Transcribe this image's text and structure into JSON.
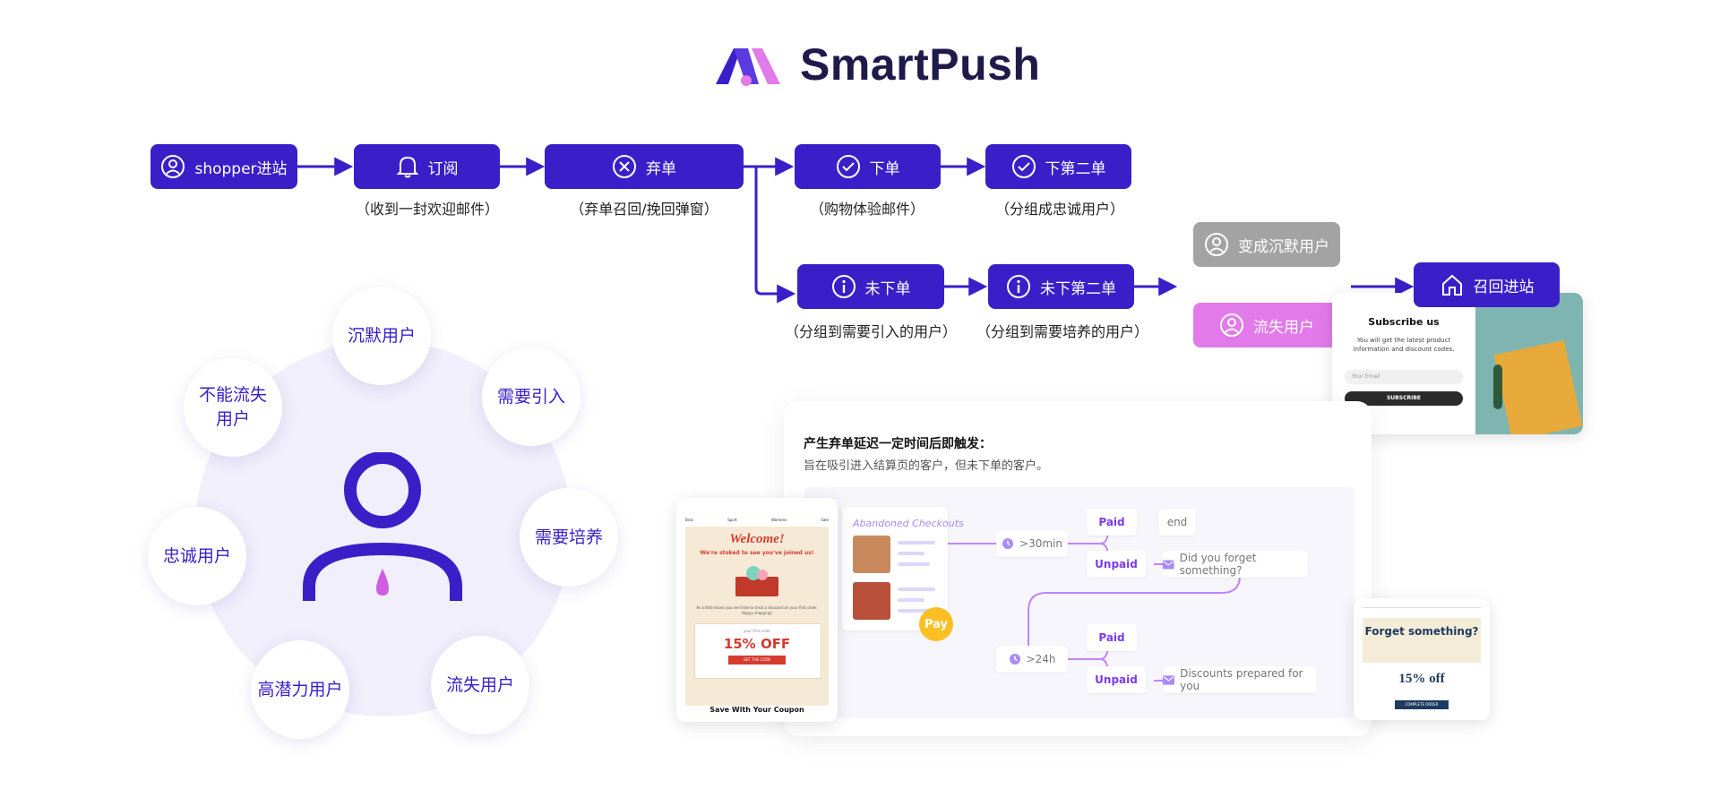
{
  "logo": {
    "text": "SmartPush"
  },
  "flow": {
    "enter": "shopper进站",
    "subscribe": "订阅",
    "subscribe_caption": "（收到一封欢迎邮件）",
    "abandon": "弃单",
    "abandon_caption": "（弃单召回/挽回弹窗）",
    "order": "下单",
    "order_caption": "（购物体验邮件）",
    "second_order": "下第二单",
    "second_order_caption": "（分组成忠诚用户）",
    "no_order": "未下单",
    "no_order_caption": "（分组到需要引入的用户）",
    "no_second": "未下第二单",
    "no_second_caption": "（分组到需要培养的用户）",
    "silent": "变成沉默用户",
    "lost": "流失用户",
    "recall": "召回进站"
  },
  "segments": {
    "silent": "沉默用户",
    "need_intro": "需要引入",
    "need_nurture": "需要培养",
    "churn": "流失用户",
    "high_potential": "高潜力用户",
    "loyal": "忠诚用户",
    "cannot_lose_1": "不能流失",
    "cannot_lose_2": "用户"
  },
  "automation": {
    "title": "产生弃单延迟一定时间后即触发：",
    "subtitle": "旨在吸引进入结算页的客户，但未下单的客户。",
    "abandoned_label": "Abandoned Checkouts",
    "pay": "Pay",
    "delay1": ">30min",
    "delay2": ">24h",
    "paid": "Paid",
    "unpaid": "Unpaid",
    "end": "end",
    "email1": "Did you forget something?",
    "email2": "Discounts prepared for you"
  },
  "welcome_email": {
    "nav": [
      "Bras",
      "Sport",
      "Womens",
      "Sale"
    ],
    "heading": "Welcome!",
    "sub": "We're stoked to see you've joined us!",
    "body": "As a little thank you we'd like to treat a discount on your first order. Happy shopping!",
    "discount_small": "your first order",
    "discount": "15% OFF",
    "button": "GET THE CODE",
    "footer": "Save With Your Coupon"
  },
  "reminder_email": {
    "heading": "Forget something?",
    "discount": "15% off",
    "button": "COMPLETE ORDER"
  },
  "popup": {
    "title": "Subscribe us",
    "body": "You will get the latest product information and discount codes.",
    "placeholder": "Your Email",
    "button": "SUBSCRIBE"
  },
  "colors": {
    "primary": "#3a1fc9",
    "pink": "#e27ae9",
    "gray": "#a3a3a3",
    "purple": "#7c3aed"
  }
}
